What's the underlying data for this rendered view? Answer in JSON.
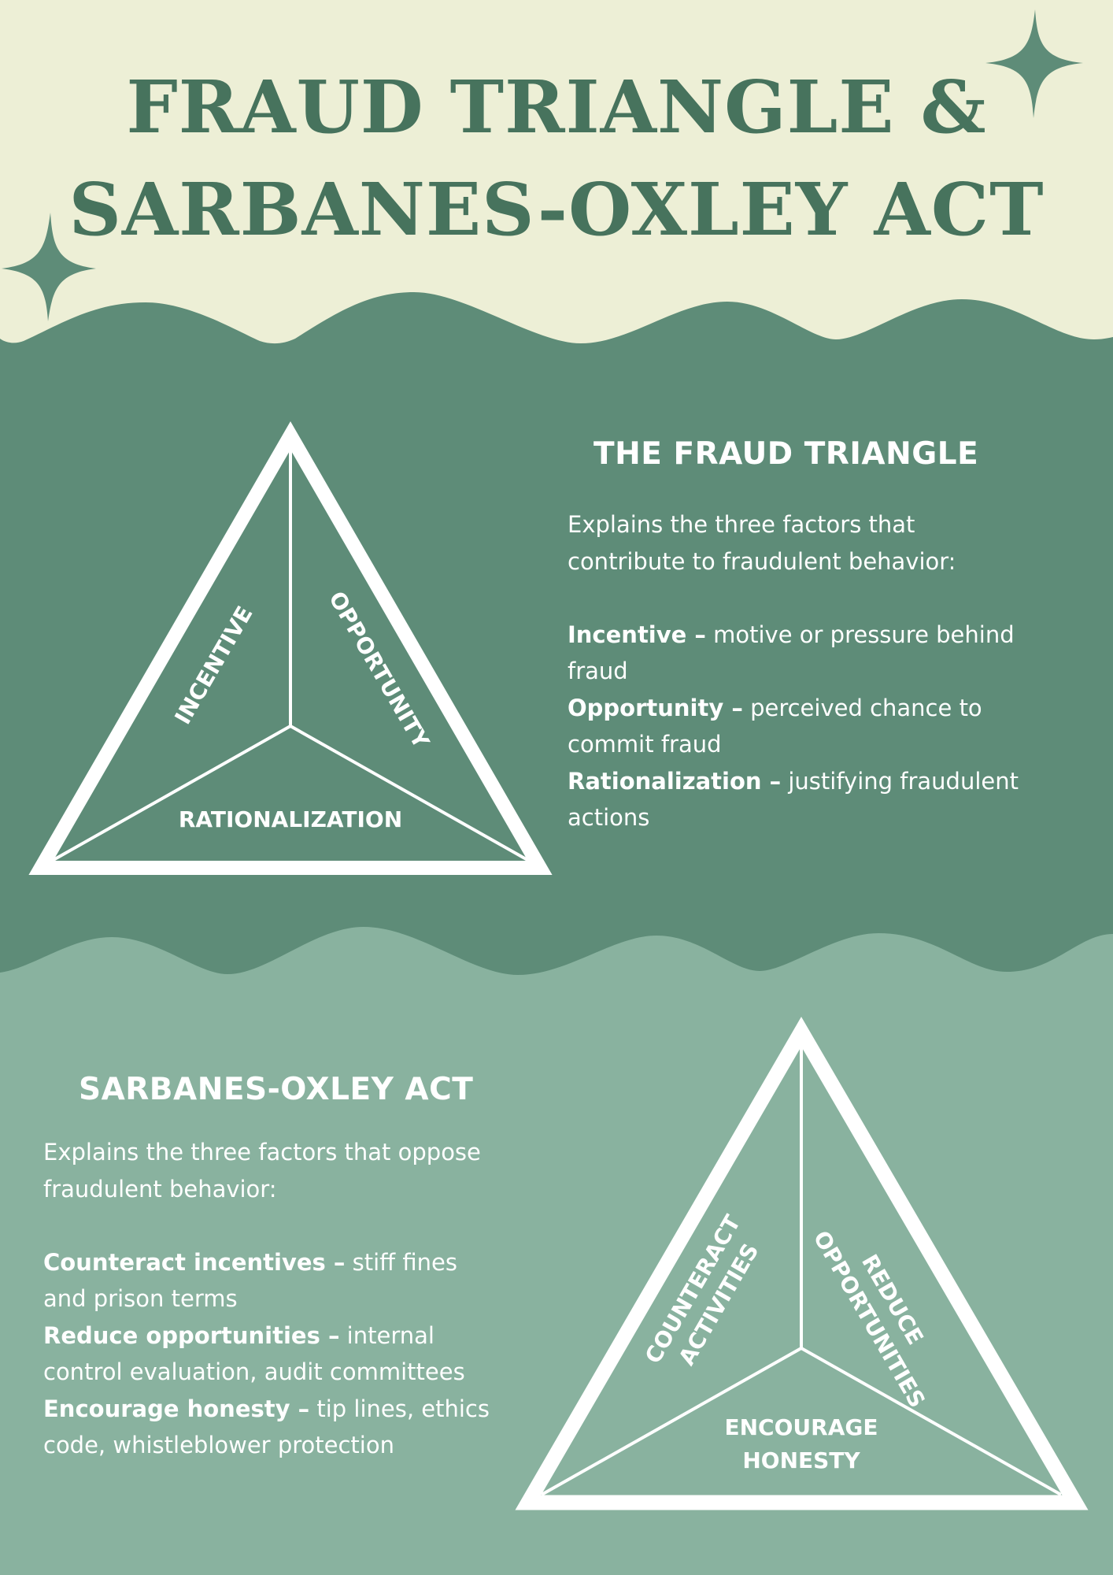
{
  "colors": {
    "cream": "#edefd6",
    "dark_green": "#5e8c78",
    "light_green": "#89b29f",
    "title_green": "#47735d",
    "white": "#ffffff"
  },
  "title": {
    "line1": "FRAUD TRIANGLE &",
    "line2": "SARBANES-OXLEY ACT"
  },
  "decorations": {
    "sparkles": [
      "sparkle-icon-top-right",
      "sparkle-icon-left"
    ]
  },
  "fraud_triangle": {
    "heading": "THE FRAUD TRIANGLE",
    "intro_line1": "Explains the three factors that",
    "intro_line2": "contribute to fraudulent behavior:",
    "items": [
      {
        "term": "Incentive –",
        "desc_line1": " motive or pressure behind",
        "desc_line2": "fraud"
      },
      {
        "term": "Opportunity –",
        "desc_line1": " perceived chance to",
        "desc_line2": "commit fraud"
      },
      {
        "term": "Rationalization –",
        "desc_line1": " justifying fraudulent",
        "desc_line2": "actions"
      }
    ],
    "diagram": {
      "left_label": "INCENTIVE",
      "right_label": "OPPORTUNITY",
      "bottom_label": "RATIONALIZATION"
    }
  },
  "sox": {
    "heading": "SARBANES-OXLEY ACT",
    "intro_line1": "Explains the three factors that oppose",
    "intro_line2": "fraudulent behavior:",
    "items": [
      {
        "term": "Counteract incentives –",
        "desc_line1": " stiff fines",
        "desc_line2": "and prison terms"
      },
      {
        "term": "Reduce opportunities –",
        "desc_line1": " internal",
        "desc_line2": "control evaluation, audit committees"
      },
      {
        "term": "Encourage honesty –",
        "desc_line1": " tip lines, ethics",
        "desc_line2": "code, whistleblower protection"
      }
    ],
    "diagram": {
      "left_label_line1": "COUNTERACT",
      "left_label_line2": "ACTIVITIES",
      "right_label_line1": "REDUCE",
      "right_label_line2": "OPPORTUNITIES",
      "bottom_label_line1": "ENCOURAGE",
      "bottom_label_line2": "HONESTY"
    }
  }
}
